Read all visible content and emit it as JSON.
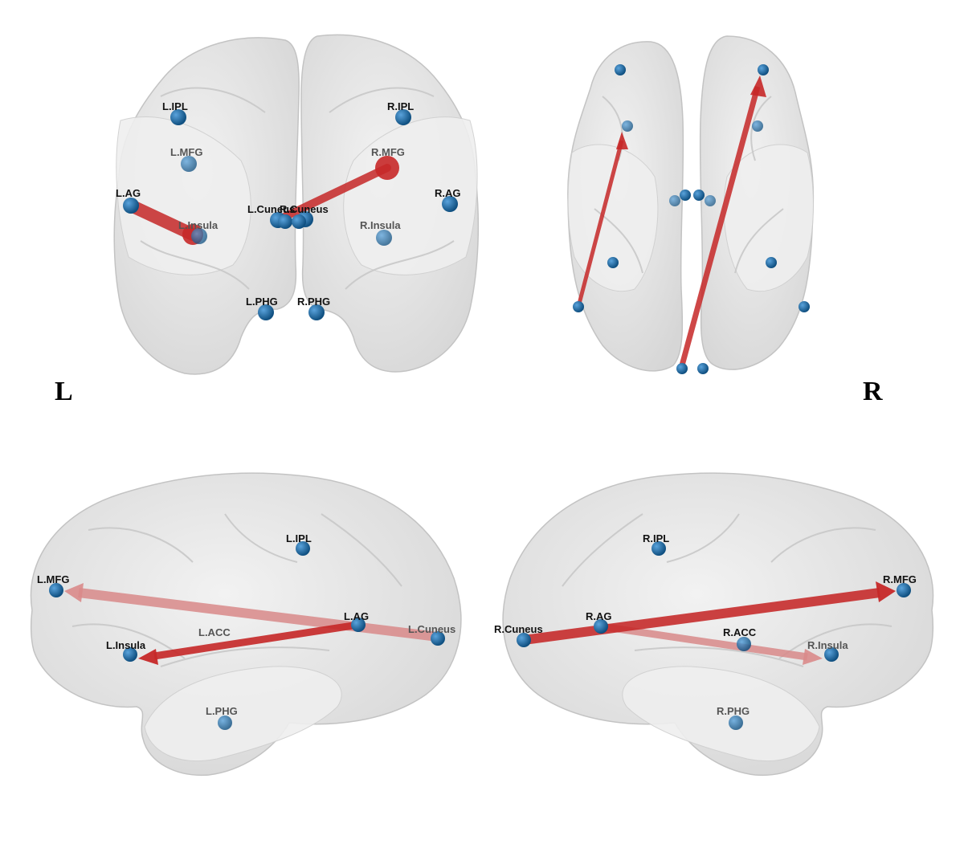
{
  "side_labels": {
    "left": "L",
    "right": "R"
  },
  "colors": {
    "node": "#1d6aa6",
    "edge": "#c62828",
    "brain": "#e4e4e4"
  },
  "views": {
    "coronal": {
      "node_labels": {
        "l_ipl": "L.IPL",
        "r_ipl": "R.IPL",
        "l_mfg": "L.MFG",
        "r_mfg": "R.MFG",
        "l_ag": "L.AG",
        "r_ag": "R.AG",
        "l_insula": "L.Insula",
        "r_insula": "R.Insula",
        "l_cuneus": "L.Cuneus",
        "r_cuneus": "R.Cuneus",
        "l_phg": "L.PHG",
        "r_phg": "R.PHG"
      },
      "edges": [
        {
          "from": "L.AG",
          "to": "L.Insula"
        },
        {
          "from": "L.Cuneus",
          "to": "R.MFG"
        }
      ]
    },
    "axial": {
      "edges": [
        {
          "from": "lower-left node",
          "to": "upper-left node"
        },
        {
          "from": "lower-center node",
          "to": "upper-right node"
        }
      ]
    },
    "left_sagittal": {
      "node_labels": {
        "ipl": "L.IPL",
        "mfg": "L.MFG",
        "acc": "L.ACC",
        "insula": "L.Insula",
        "ag": "L.AG",
        "cuneus": "L.Cuneus",
        "phg": "L.PHG"
      },
      "edges": [
        {
          "from": "L.Cuneus",
          "to": "L.MFG"
        },
        {
          "from": "L.AG",
          "to": "L.Insula"
        }
      ]
    },
    "right_sagittal": {
      "node_labels": {
        "ipl": "R.IPL",
        "mfg": "R.MFG",
        "cuneus": "R.Cuneus",
        "ag": "R.AG",
        "acc": "R.ACC",
        "insula": "R.Insula",
        "phg": "R.PHG"
      },
      "edges": [
        {
          "from": "R.Cuneus",
          "to": "R.MFG"
        },
        {
          "from": "R.AG",
          "to": "R.Insula"
        }
      ]
    }
  }
}
